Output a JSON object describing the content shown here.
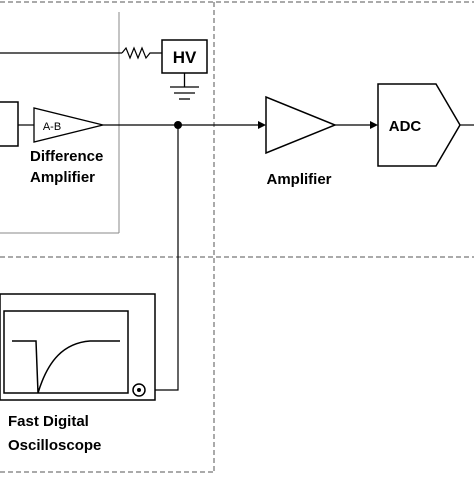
{
  "blocks": {
    "hv": {
      "label": "HV"
    },
    "diff_amp": {
      "symbol": "A-B",
      "label_line1": "Difference",
      "label_line2": "Amplifier"
    },
    "amplifier": {
      "label": "Amplifier"
    },
    "adc": {
      "label": "ADC"
    },
    "oscilloscope": {
      "label_line1": "Fast Digital",
      "label_line2": "Oscilloscope"
    }
  },
  "colors": {
    "line": "#000000",
    "dashed_border": "#555555",
    "screen_fill": "#ffffff"
  }
}
